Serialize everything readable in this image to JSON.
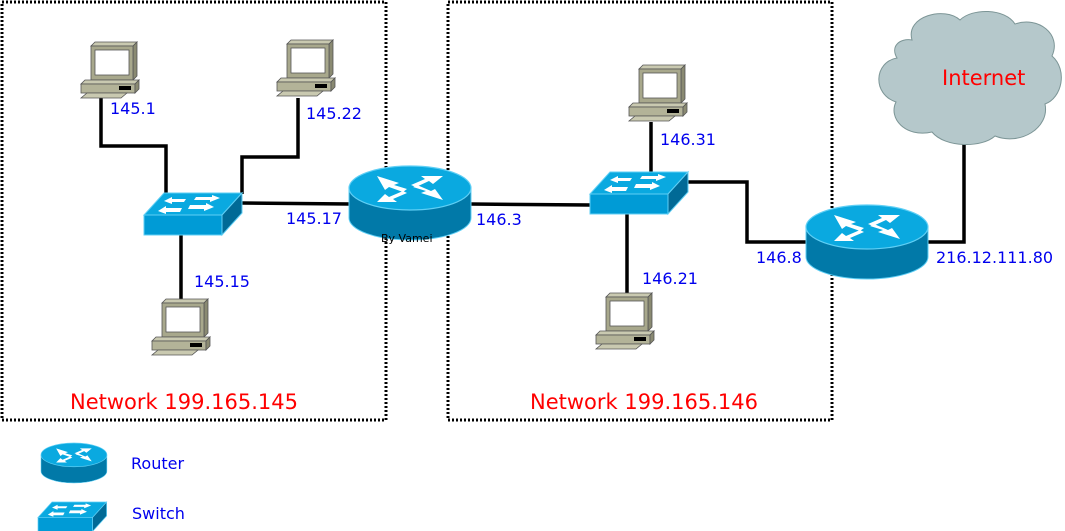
{
  "networks": [
    {
      "label": "Network 199.165.145"
    },
    {
      "label": "Network 199.165.146"
    }
  ],
  "hosts": {
    "h1": "145.1",
    "h2": "145.22",
    "h3": "145.15",
    "h4": "146.31",
    "h5": "146.21"
  },
  "interfaces": {
    "r1_left": "145.17",
    "r1_right": "146.3",
    "r2_left": "146.8",
    "r2_right": "216.12.111.80"
  },
  "credit": "By Vamei",
  "cloud": {
    "label": "Internet"
  },
  "legend": {
    "router": "Router",
    "switch": "Switch"
  },
  "colors": {
    "ip_text": "#0000ee",
    "network_text": "#ff0000",
    "device_blue": "#0aa9e0",
    "device_dark": "#0179a8",
    "cloud": "#b5c8cb"
  }
}
